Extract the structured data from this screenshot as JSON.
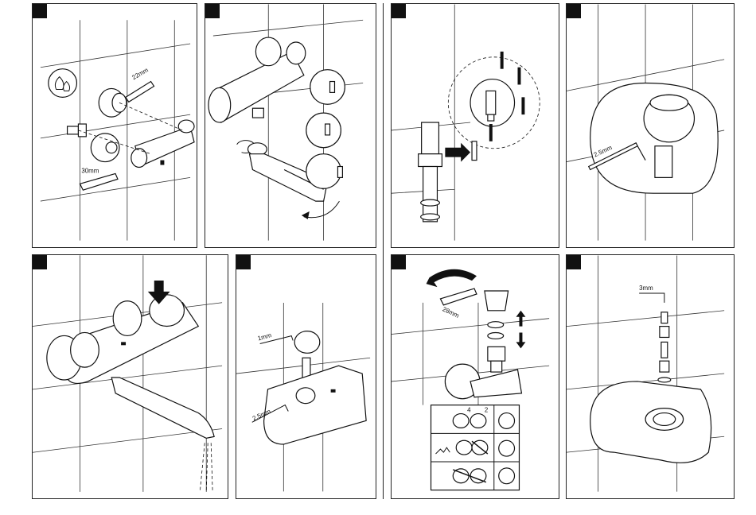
{
  "labels": {
    "wrench_22": "22mm",
    "wrench_30": "30mm",
    "wrench_28": "28mm",
    "hex_25_a": "2.5mm",
    "hex_25_b": "2.5mm",
    "hex_1": "1mm",
    "hex_3": "3mm",
    "table_4": "4",
    "table_2": "2"
  }
}
